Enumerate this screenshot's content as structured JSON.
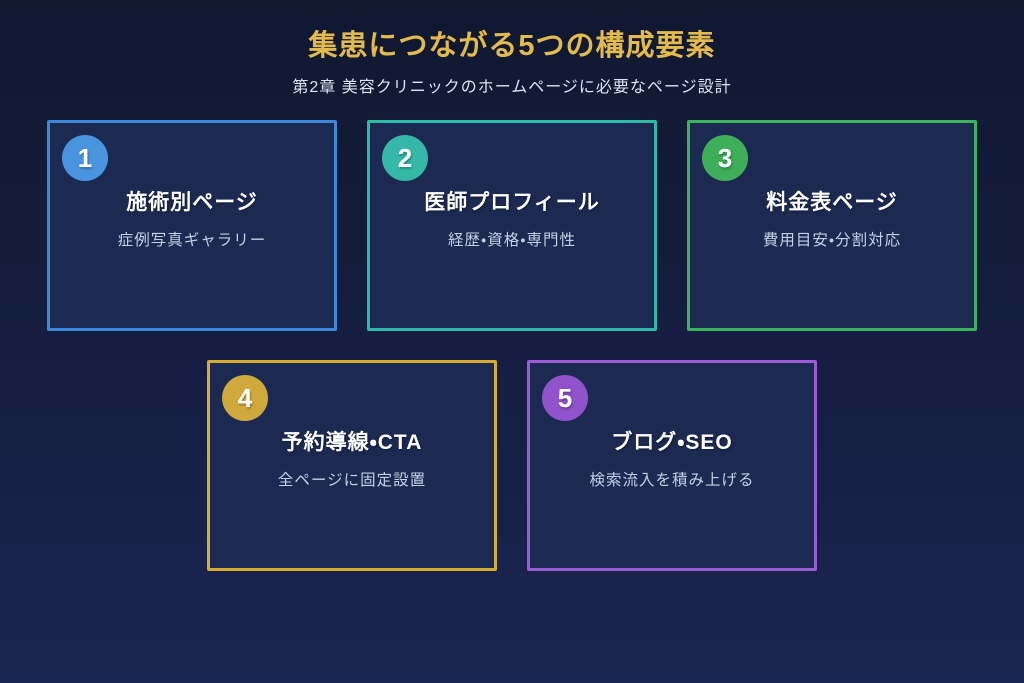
{
  "page": {
    "title": "集患につながる5つの構成要素",
    "subtitle": "第2章 美容クリニックのホームページに必要なページ設計"
  },
  "colors": {
    "background_top": "#101830",
    "background_bottom": "#1a2450",
    "title": "#e3ba4e",
    "subtitle": "#dde3f0",
    "card_background": "#1c2a52",
    "card_title": "#ffffff",
    "card_subtitle": "#c7cfe4"
  },
  "cards": [
    {
      "number": "1",
      "title": "施術別ページ",
      "subtitle": "症例写真ギャラリー",
      "accent": "#3e87da",
      "badge": "#4a94df"
    },
    {
      "number": "2",
      "title": "医師プロフィール",
      "subtitle": "経歴・資格・専門性",
      "accent": "#2fbaa8",
      "badge": "#35b8a8"
    },
    {
      "number": "3",
      "title": "料金表ページ",
      "subtitle": "費用目安・分割対応",
      "accent": "#3db35d",
      "badge": "#3eae59"
    },
    {
      "number": "4",
      "title": "予約導線・CTA",
      "subtitle": "全ページに固定設置",
      "accent": "#d7ac33",
      "badge": "#d0a93c"
    },
    {
      "number": "5",
      "title": "ブログ・SEO",
      "subtitle": "検索流入を積み上げる",
      "accent": "#9c59d8",
      "badge": "#9053cb"
    }
  ]
}
